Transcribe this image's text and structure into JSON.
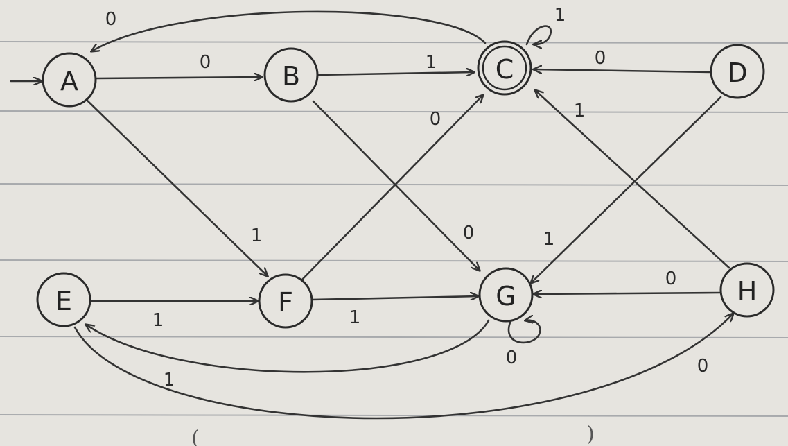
{
  "nodes": [
    {
      "id": "A",
      "label": "A",
      "start": true,
      "accepting": false
    },
    {
      "id": "B",
      "label": "B",
      "start": false,
      "accepting": false
    },
    {
      "id": "C",
      "label": "C",
      "start": false,
      "accepting": true
    },
    {
      "id": "D",
      "label": "D",
      "start": false,
      "accepting": false
    },
    {
      "id": "E",
      "label": "E",
      "start": false,
      "accepting": false
    },
    {
      "id": "F",
      "label": "F",
      "start": false,
      "accepting": false
    },
    {
      "id": "G",
      "label": "G",
      "start": false,
      "accepting": false
    },
    {
      "id": "H",
      "label": "H",
      "start": false,
      "accepting": false
    }
  ],
  "edges": [
    {
      "id": "c-a",
      "from": "C",
      "to": "A",
      "label": "0"
    },
    {
      "id": "a-b",
      "from": "A",
      "to": "B",
      "label": "0"
    },
    {
      "id": "a-f",
      "from": "A",
      "to": "F",
      "label": "1"
    },
    {
      "id": "b-c",
      "from": "B",
      "to": "C",
      "label": "1"
    },
    {
      "id": "b-g",
      "from": "B",
      "to": "G",
      "label": "0"
    },
    {
      "id": "c-c",
      "from": "C",
      "to": "C",
      "label": "1"
    },
    {
      "id": "d-c",
      "from": "D",
      "to": "C",
      "label": "0"
    },
    {
      "id": "d-g",
      "from": "D",
      "to": "G",
      "label": "1"
    },
    {
      "id": "e-f",
      "from": "E",
      "to": "F",
      "label": "1"
    },
    {
      "id": "e-h",
      "from": "E",
      "to": "H",
      "label": "1"
    },
    {
      "id": "f-c",
      "from": "F",
      "to": "C",
      "label": "0"
    },
    {
      "id": "f-g",
      "from": "F",
      "to": "G",
      "label": "1"
    },
    {
      "id": "g-e",
      "from": "G",
      "to": "E",
      "label": "1"
    },
    {
      "id": "g-g",
      "from": "G",
      "to": "G",
      "label": "0"
    },
    {
      "id": "h-c",
      "from": "H",
      "to": "C",
      "label": "1"
    },
    {
      "id": "h-g",
      "from": "H",
      "to": "G",
      "label": "0"
    },
    {
      "id": "h-e-lbl",
      "from": "E",
      "to": "H",
      "label": "0"
    }
  ],
  "marks": {
    "open_paren": "(",
    "close_paren": ")"
  },
  "colors": {
    "paper": "#e6e4df",
    "ruled_line": "#a8aaad",
    "ink": "#2a2a2a"
  }
}
